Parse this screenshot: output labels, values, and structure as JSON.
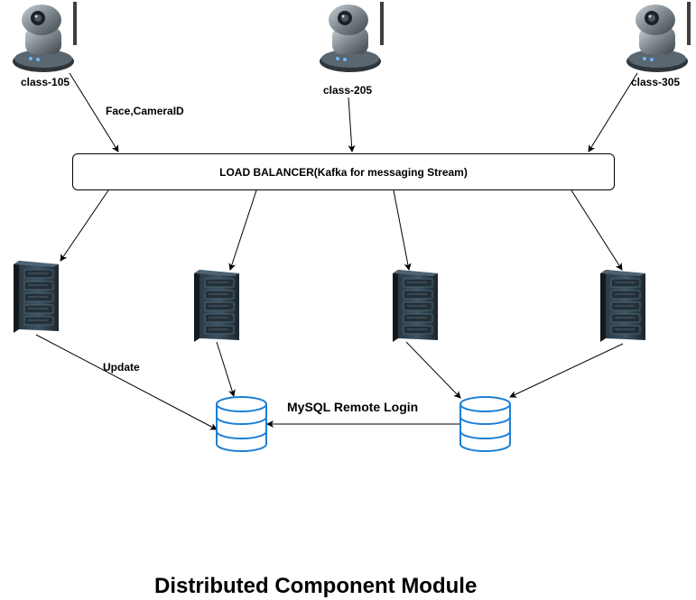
{
  "diagram": {
    "title": "Distributed Component Module",
    "cameras": [
      {
        "label": "class-105",
        "icon": "ip-camera-icon"
      },
      {
        "label": "class-205",
        "icon": "ip-camera-icon"
      },
      {
        "label": "class-305",
        "icon": "ip-camera-icon"
      }
    ],
    "load_balancer": {
      "label": "LOAD BALANCER(Kafka for messaging Stream)"
    },
    "servers": [
      {
        "icon": "server-rack-icon"
      },
      {
        "icon": "server-rack-icon"
      },
      {
        "icon": "server-rack-icon"
      },
      {
        "icon": "server-rack-icon"
      }
    ],
    "databases": [
      {
        "icon": "database-icon"
      },
      {
        "icon": "database-icon"
      }
    ],
    "edge_labels": {
      "camera_to_lb": "Face,CameraID",
      "server_to_db": "Update",
      "db_to_db": "MySQL Remote Login"
    },
    "colors": {
      "database_stroke": "#1a7fd6",
      "line": "#000000",
      "server_dark": "#1f2a33",
      "camera_body": "#5e6a72"
    }
  }
}
